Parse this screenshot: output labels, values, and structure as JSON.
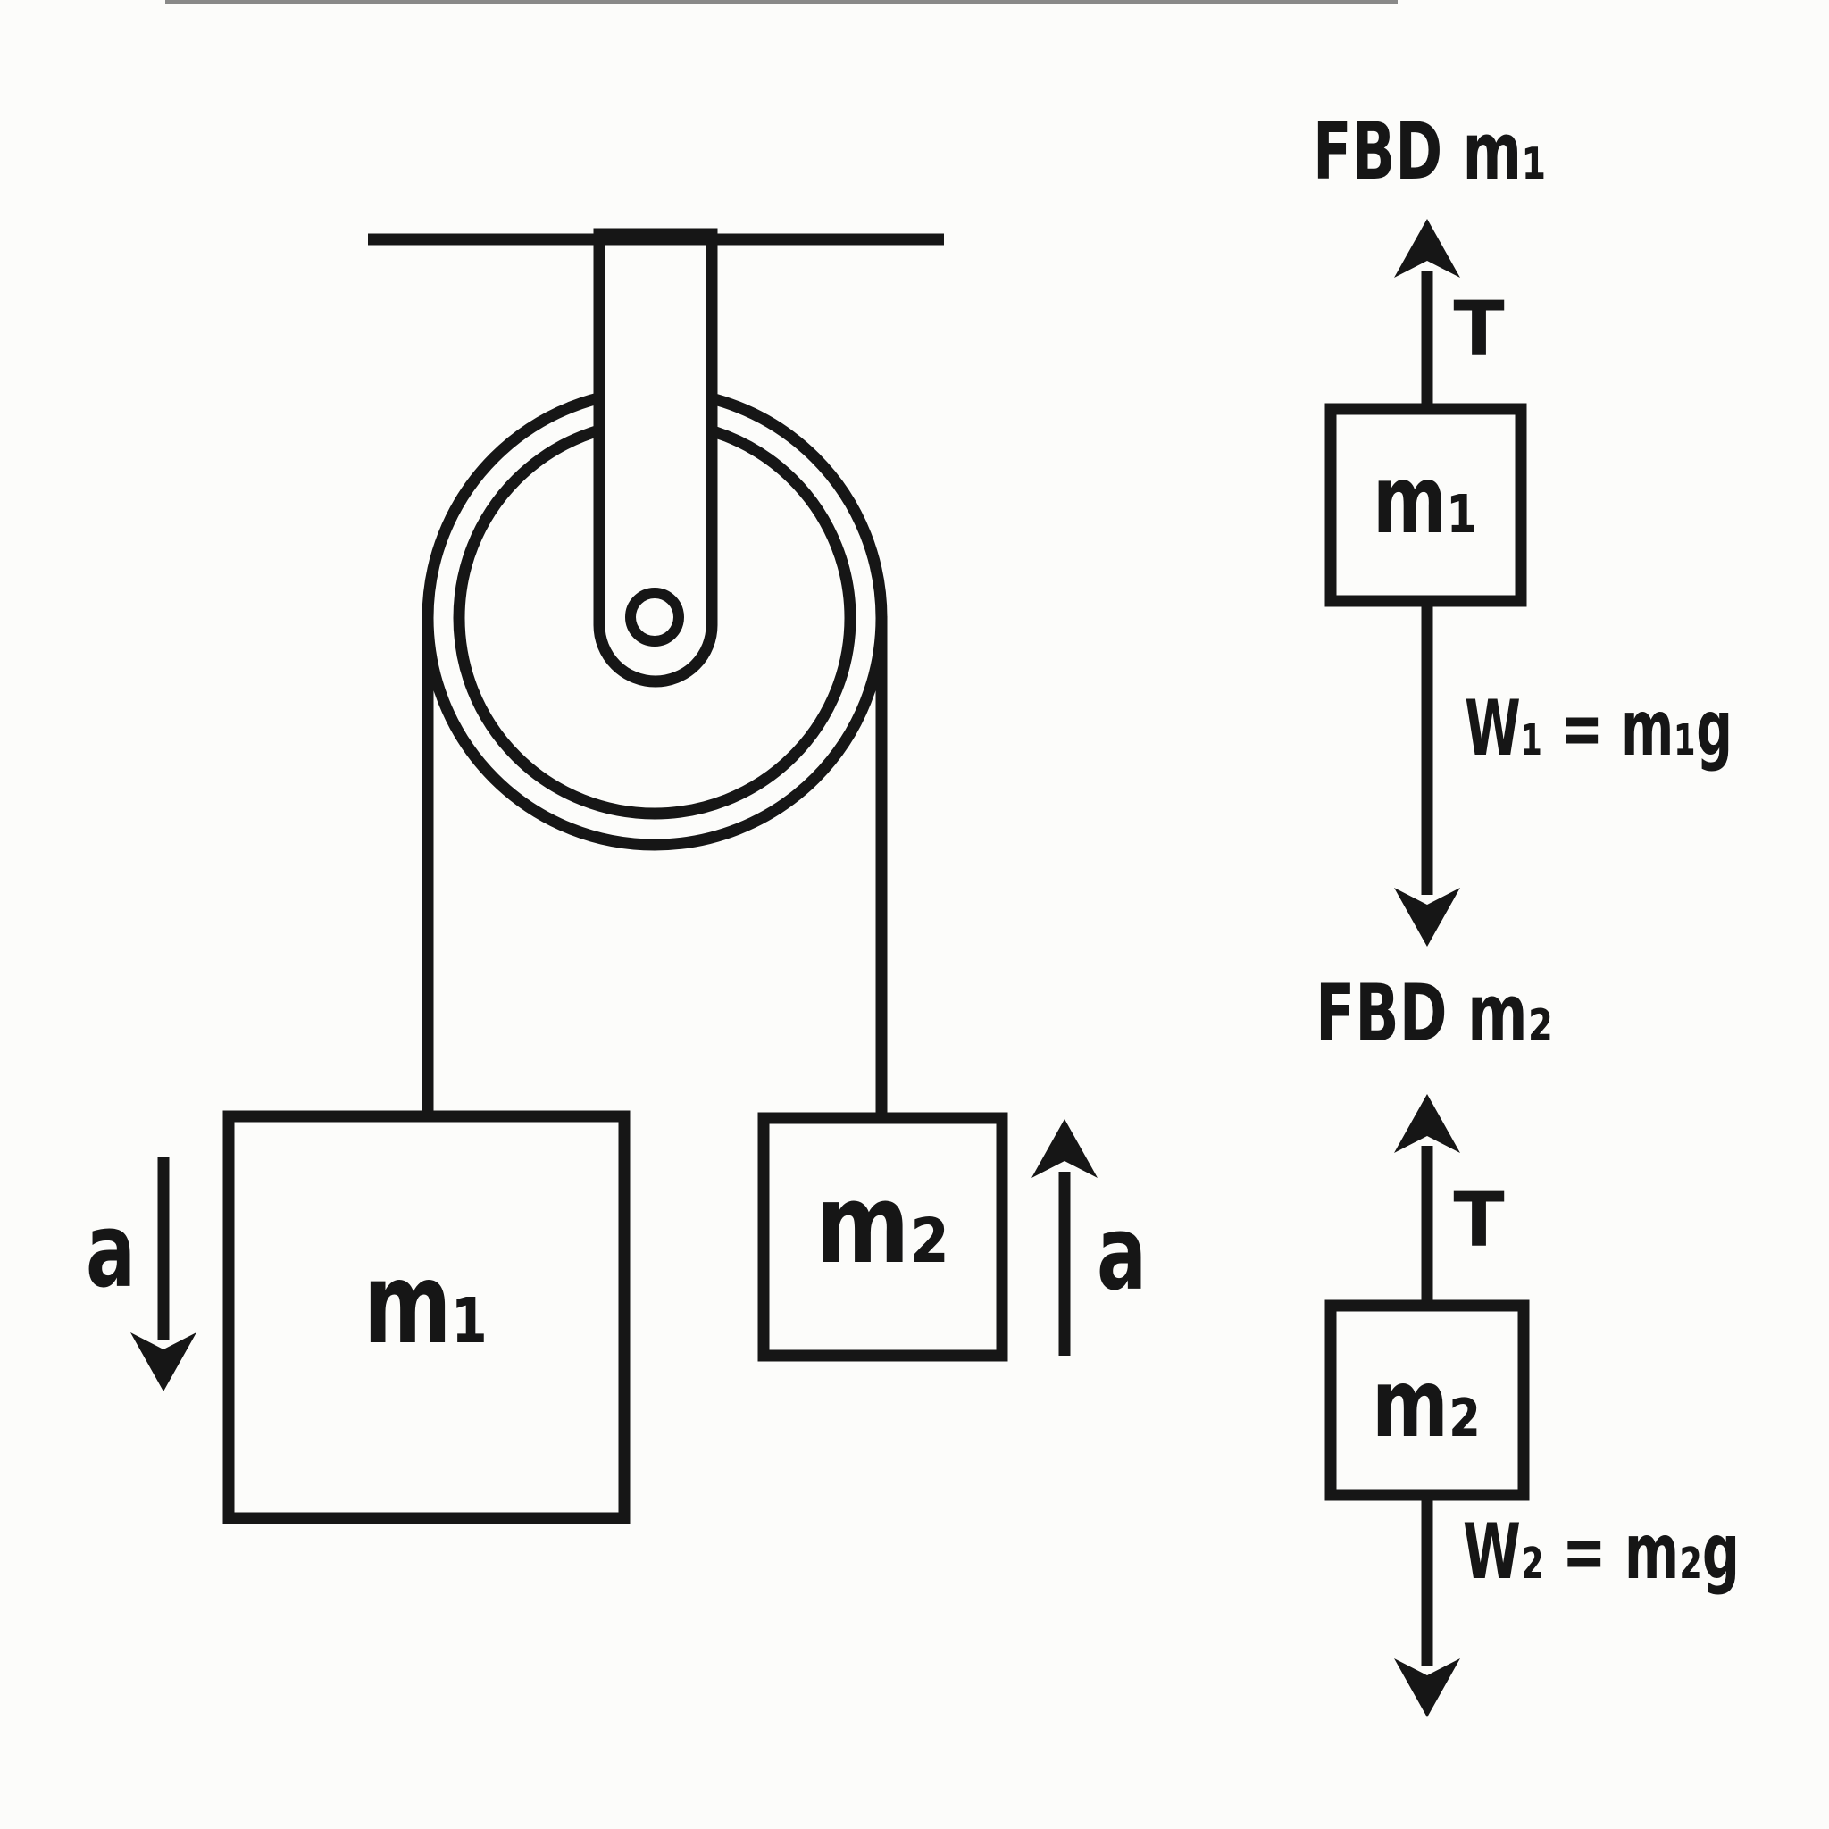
{
  "colors": {
    "background": "#fcfcfa",
    "ink": "#161616"
  },
  "main_diagram": {
    "mass1_label": "m₁",
    "mass2_label": "m₂",
    "accel_left_label": "a",
    "accel_right_label": "a"
  },
  "fbd1": {
    "title": "FBD m₁",
    "tension_label": "T",
    "mass_label": "m₁",
    "weight_label": "W₁ = m₁g"
  },
  "fbd2": {
    "title": "FBD m₂",
    "tension_label": "T",
    "mass_label": "m₂",
    "weight_label": "W₂ = m₂g"
  }
}
